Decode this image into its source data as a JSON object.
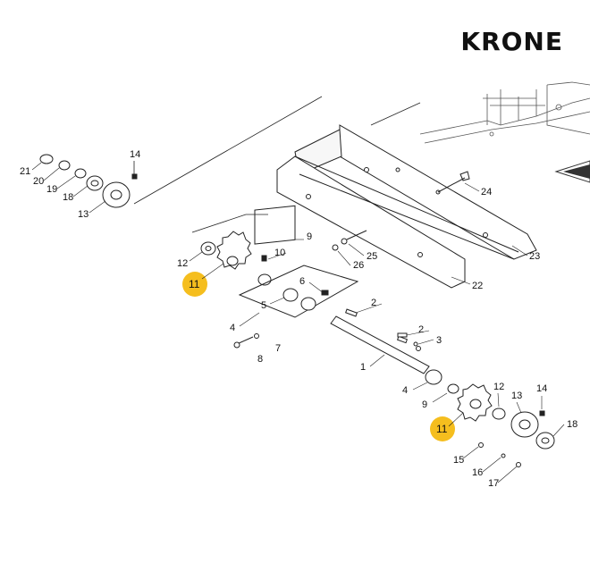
{
  "brand": {
    "name": "KRONE"
  },
  "highlight_color": "#F5BE1E",
  "callouts": {
    "c1": "1",
    "c2a": "2",
    "c2b": "2",
    "c3": "3",
    "c4a": "4",
    "c4b": "4",
    "c5": "5",
    "c6": "6",
    "c7": "7",
    "c8": "8",
    "c9a": "9",
    "c9b": "9",
    "c10": "10",
    "c11a": "11",
    "c11b": "11",
    "c12a": "12",
    "c12b": "12",
    "c13a": "13",
    "c13b": "13",
    "c14a": "14",
    "c14b": "14",
    "c15": "15",
    "c16": "16",
    "c17": "17",
    "c18a": "18",
    "c18b": "18",
    "c19": "19",
    "c20": "20",
    "c21": "21",
    "c22": "22",
    "c23": "23",
    "c24": "24",
    "c25": "25",
    "c26": "26"
  }
}
